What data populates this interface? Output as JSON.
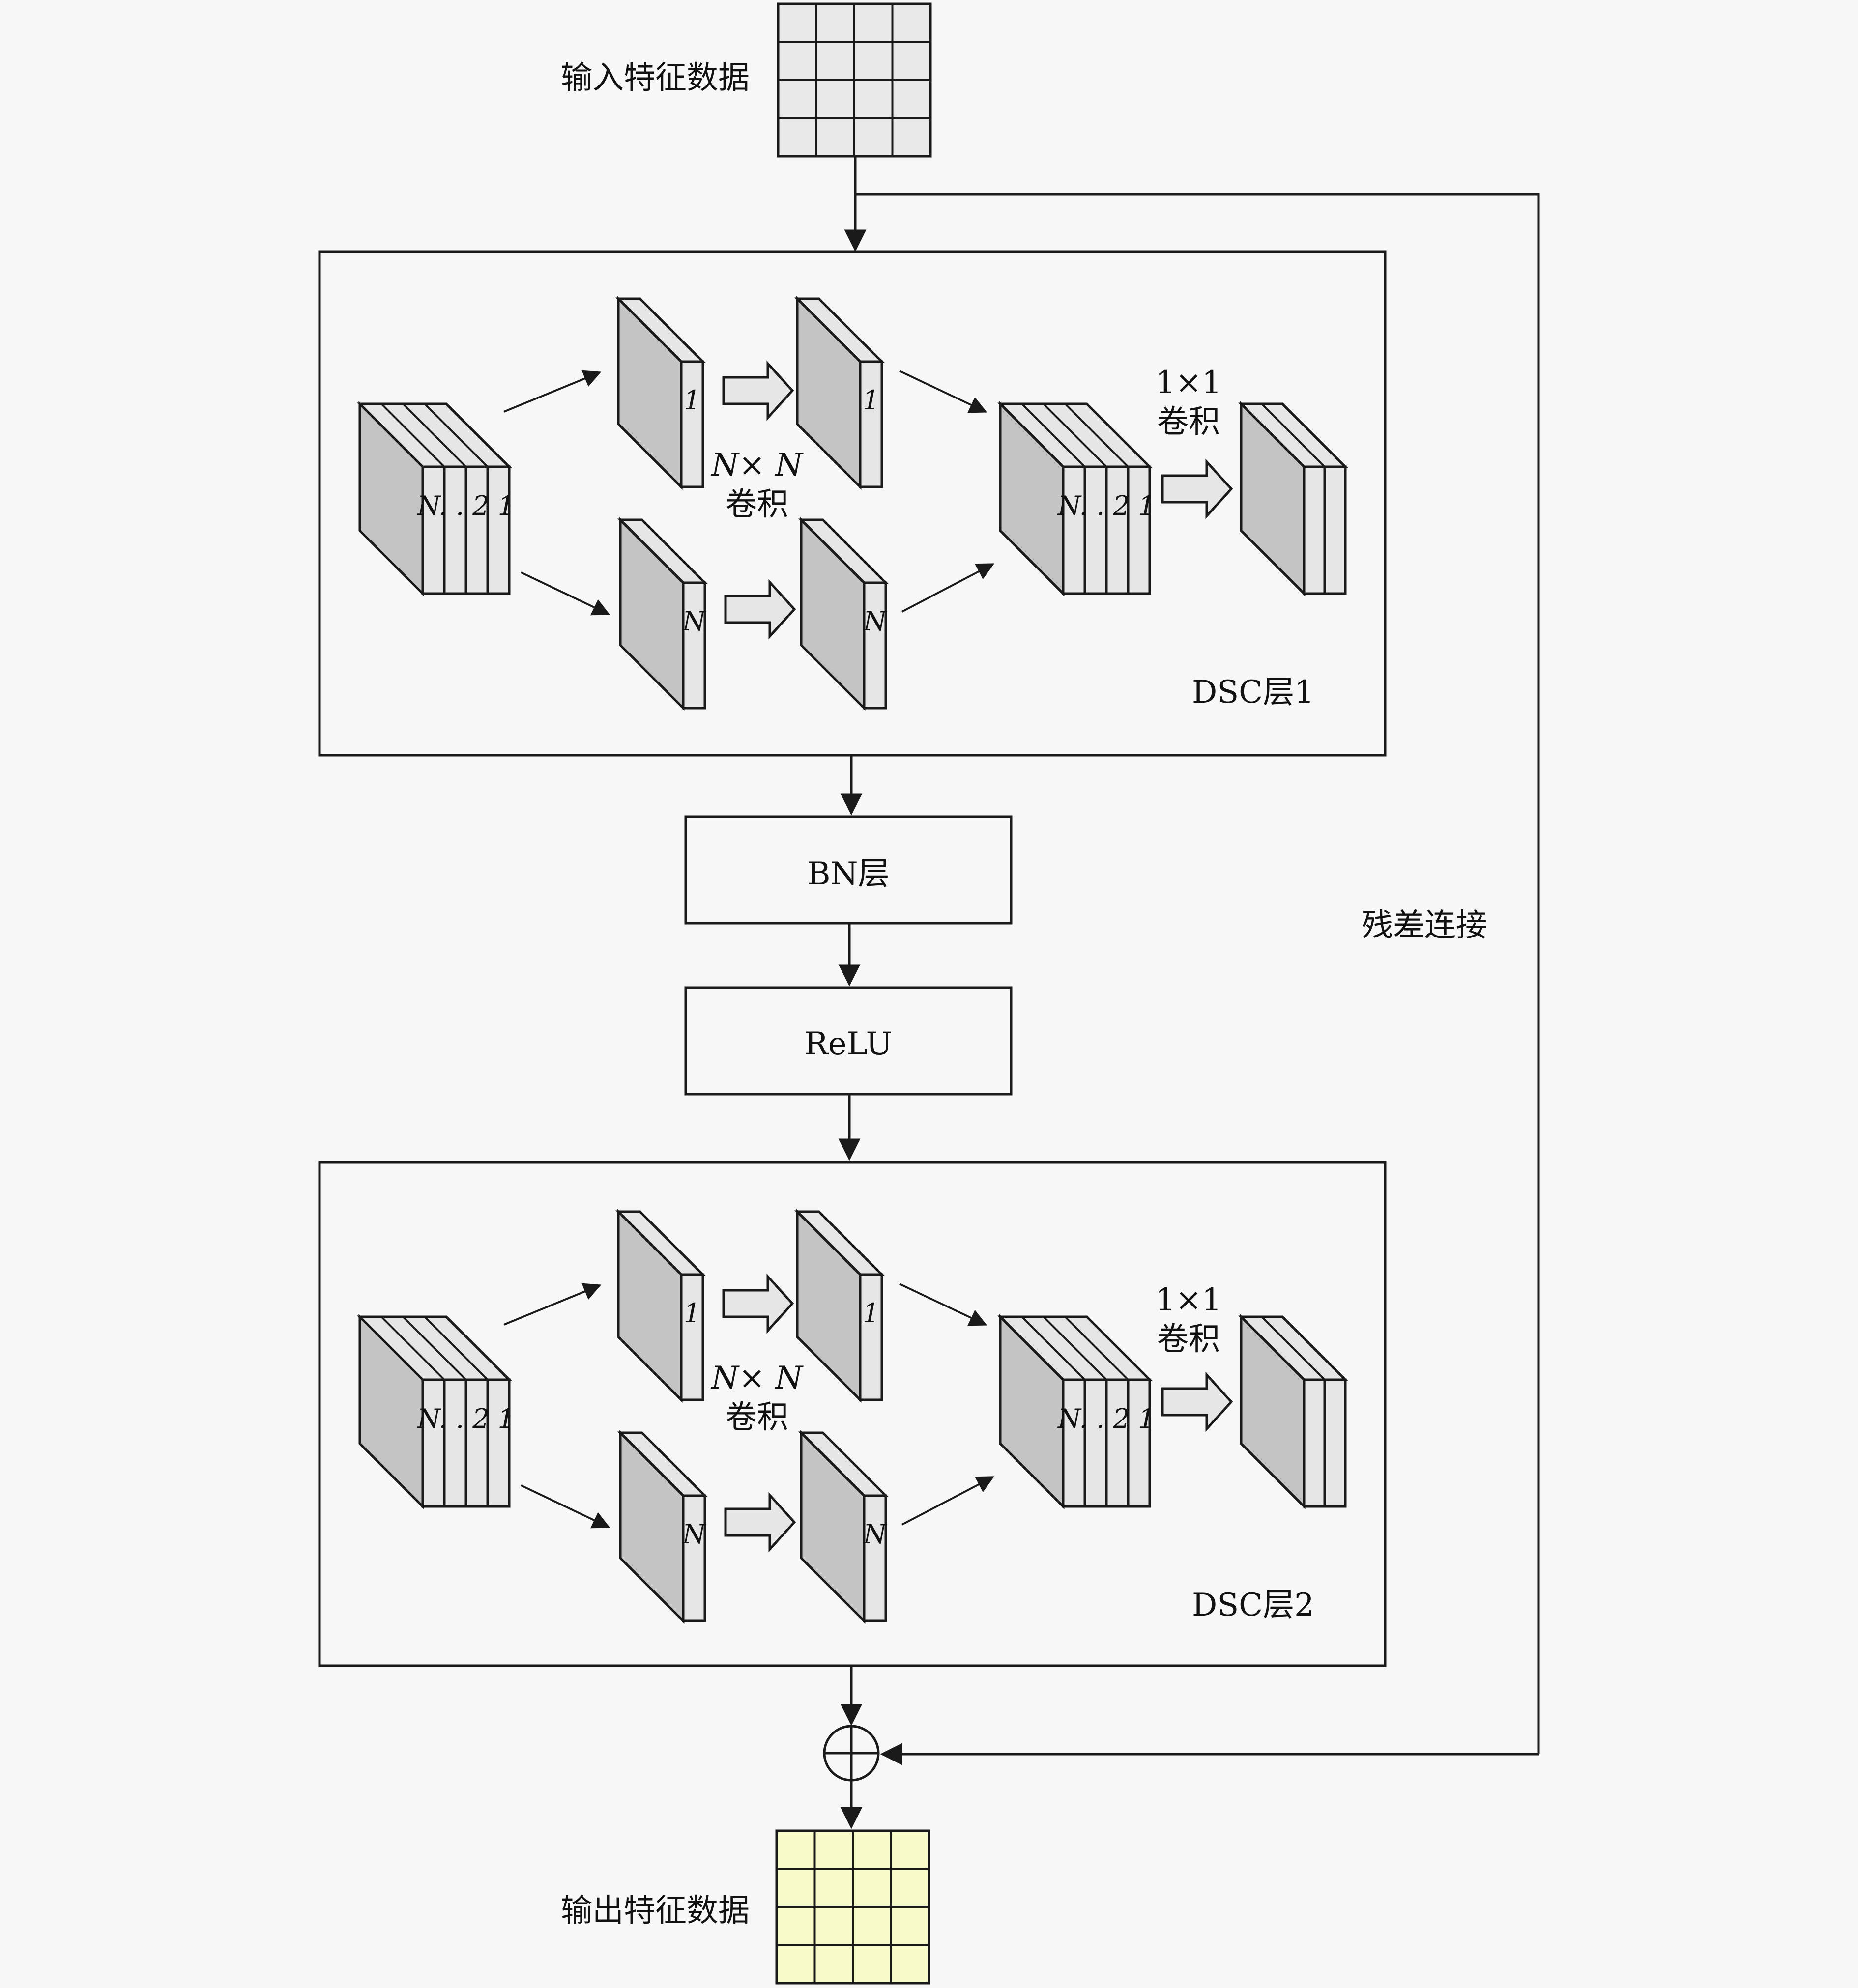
{
  "input": {
    "label": "输入特征数据",
    "color": "#e9e9e9"
  },
  "output": {
    "label": "输出特征数据",
    "color": "#f6fbc9"
  },
  "dsc_layers": [
    {
      "title": "DSC层1"
    },
    {
      "title": "DSC层2"
    }
  ],
  "conv_labels": {
    "nxn_line1": "N× N",
    "nxn_line2": "卷积",
    "one_line1": "1×1",
    "one_line2": "卷积"
  },
  "slice_labels": {
    "stack": "N. . 2 1",
    "single_top": "1",
    "single_bottom": "N"
  },
  "bn_layer": {
    "label": "BN层"
  },
  "relu_layer": {
    "label": "ReLU"
  },
  "residual": {
    "label": "残差连接"
  },
  "colors": {
    "front": "#c4c4c4",
    "side": "#e6e6e6",
    "arrow_fill": "#e6e6e6",
    "stroke": "#1a1a1a"
  }
}
